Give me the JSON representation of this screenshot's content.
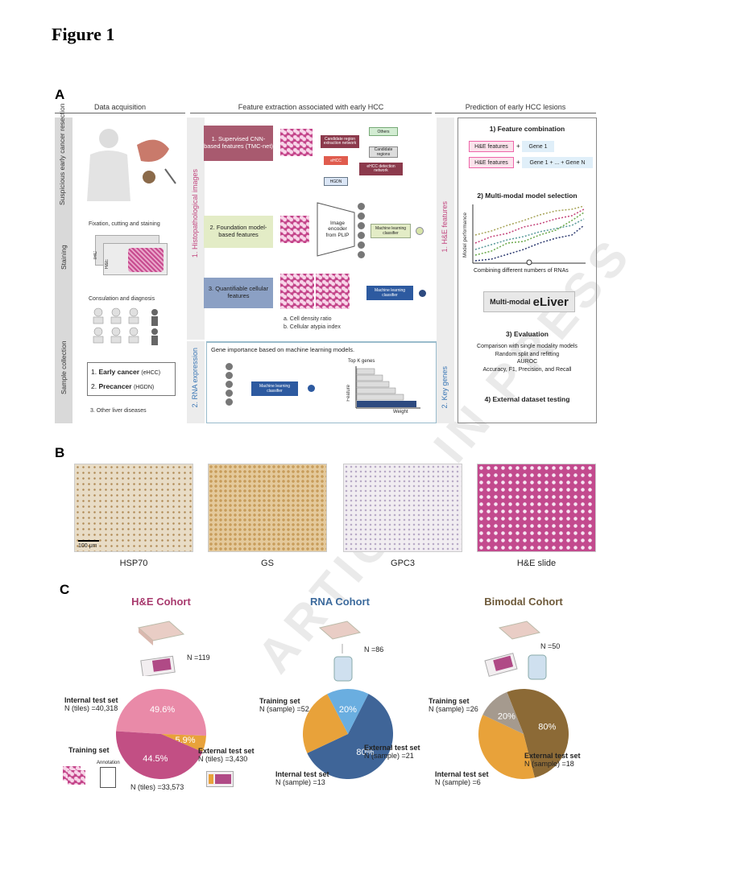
{
  "figure_title": "Figure 1",
  "panels": {
    "a": "A",
    "b": "B",
    "c": "C"
  },
  "panelA": {
    "sections": {
      "data": "Data acquisition",
      "features": "Feature extraction associated with early HCC",
      "prediction": "Prediction of early HCC lesions"
    },
    "left_sidebar": [
      "Suspicious early cancer resection",
      "Staining",
      "Sample collection"
    ],
    "data_texts": {
      "fixation": "Fixation, cutting and staining",
      "consult": "Consulation and diagnosis",
      "ihc": "IHC",
      "he": "H&E",
      "early_num": "1.",
      "early_bold": "Early cancer",
      "early_paren": "(eHCC)",
      "pre_num": "2.",
      "pre_bold": "Precancer",
      "pre_paren": "(HGDN)",
      "other": "3. Other liver diseases"
    },
    "mid_sidebar": [
      "1. Histopathological images",
      "2. RNA expression"
    ],
    "feat1": "1.  Supervised CNN-based features (TMC-net)",
    "feat1_small": {
      "candidate": "Candidate region extraction network",
      "others": "Others",
      "cand_regions": "Candidate regions",
      "ehcc": "eHCC",
      "ehcc_net": "eHCC detection network",
      "hgdn": "HGDN"
    },
    "feat2": "2.  Foundation model-based features",
    "encoder": "Image encoder from PLIP",
    "ml_classifier": "Machine learning classifier",
    "feat3": "3. Quantifiable cellular features",
    "feat3_notes": [
      "a. Cell density ratio",
      "b. Cellular atypia index"
    ],
    "rna_title": "Gene importance based on machine learning models.",
    "rna_chart": {
      "topk": "Top K genes",
      "feature": "Feature",
      "weight": "Weight"
    },
    "right_sidebar": [
      "1. H&E features",
      "2. Key genes"
    ],
    "pred": {
      "step1": "1) Feature combination",
      "he_feat": "H&E features",
      "plus": "+",
      "gene1": "Gene 1",
      "genes": "Gene 1 + ... + Gene N",
      "step2": "2) Multi-modal model selection",
      "ylabel": "Model performance",
      "xlabel": "Combining different numbers of RNAs",
      "eliver_small": "Multi-modal",
      "eliver_big": "eLiver",
      "step3": "3) Evaluation",
      "eval_lines": [
        "Comparison with single modality models",
        "Random split and refitting",
        "AUROC",
        "Accuracy, F1, Precision, and Recall"
      ],
      "step4": "4) External dataset testing"
    }
  },
  "panelB": {
    "scale": "100 μm",
    "captions": [
      "HSP70",
      "GS",
      "GPC3",
      "H&E slide"
    ]
  },
  "panelC": {
    "cohorts": [
      {
        "title": "H&E Cohort",
        "color": "#a83a6e",
        "n": "N =119",
        "labels": {
          "internal": "Internal test set",
          "internal_n": "N (tiles) =40,318",
          "training": "Training set",
          "external": "External test set",
          "external_n": "N (tiles) =3,430",
          "annotation": "Annotation",
          "training_n": "N (tiles) =33,573"
        },
        "pie": [
          {
            "pct": "49.6%",
            "value": 49.6,
            "color": "#e98aa8"
          },
          {
            "pct": "5.9%",
            "value": 5.9,
            "color": "#e8a23a"
          },
          {
            "pct": "44.5%",
            "value": 44.5,
            "color": "#c24f84"
          }
        ]
      },
      {
        "title": "RNA Cohort",
        "color": "#3c6a9c",
        "n": "N =86",
        "labels": {
          "training": "Training set",
          "training_n": "N (sample) =52",
          "external": "External test set",
          "external_n": "N (sample) =21",
          "internal": "Internal test set",
          "internal_n": "N (sample) =13"
        },
        "pie": [
          {
            "pct": "80%",
            "value": 60.5,
            "color": "#3f6598"
          },
          {
            "pct": "",
            "value": 24.4,
            "color": "#e8a23a"
          },
          {
            "pct": "20%",
            "value": 15.1,
            "color": "#6aaee0"
          }
        ]
      },
      {
        "title": "Bimodal  Cohort",
        "color": "#6e5a3a",
        "n": "N =50",
        "labels": {
          "training": "Training set",
          "training_n": "N (sample) =26",
          "external": "External test set",
          "external_n": "N (sample) =18",
          "internal": "Internal test set",
          "internal_n": "N (sample) =6"
        },
        "pie": [
          {
            "pct": "80%",
            "value": 52,
            "color": "#8c6a36"
          },
          {
            "pct": "",
            "value": 36,
            "color": "#e8a23a"
          },
          {
            "pct": "20%",
            "value": 12,
            "color": "#a59a8e"
          }
        ]
      }
    ]
  },
  "watermark": "ARTICLE IN PRESS"
}
